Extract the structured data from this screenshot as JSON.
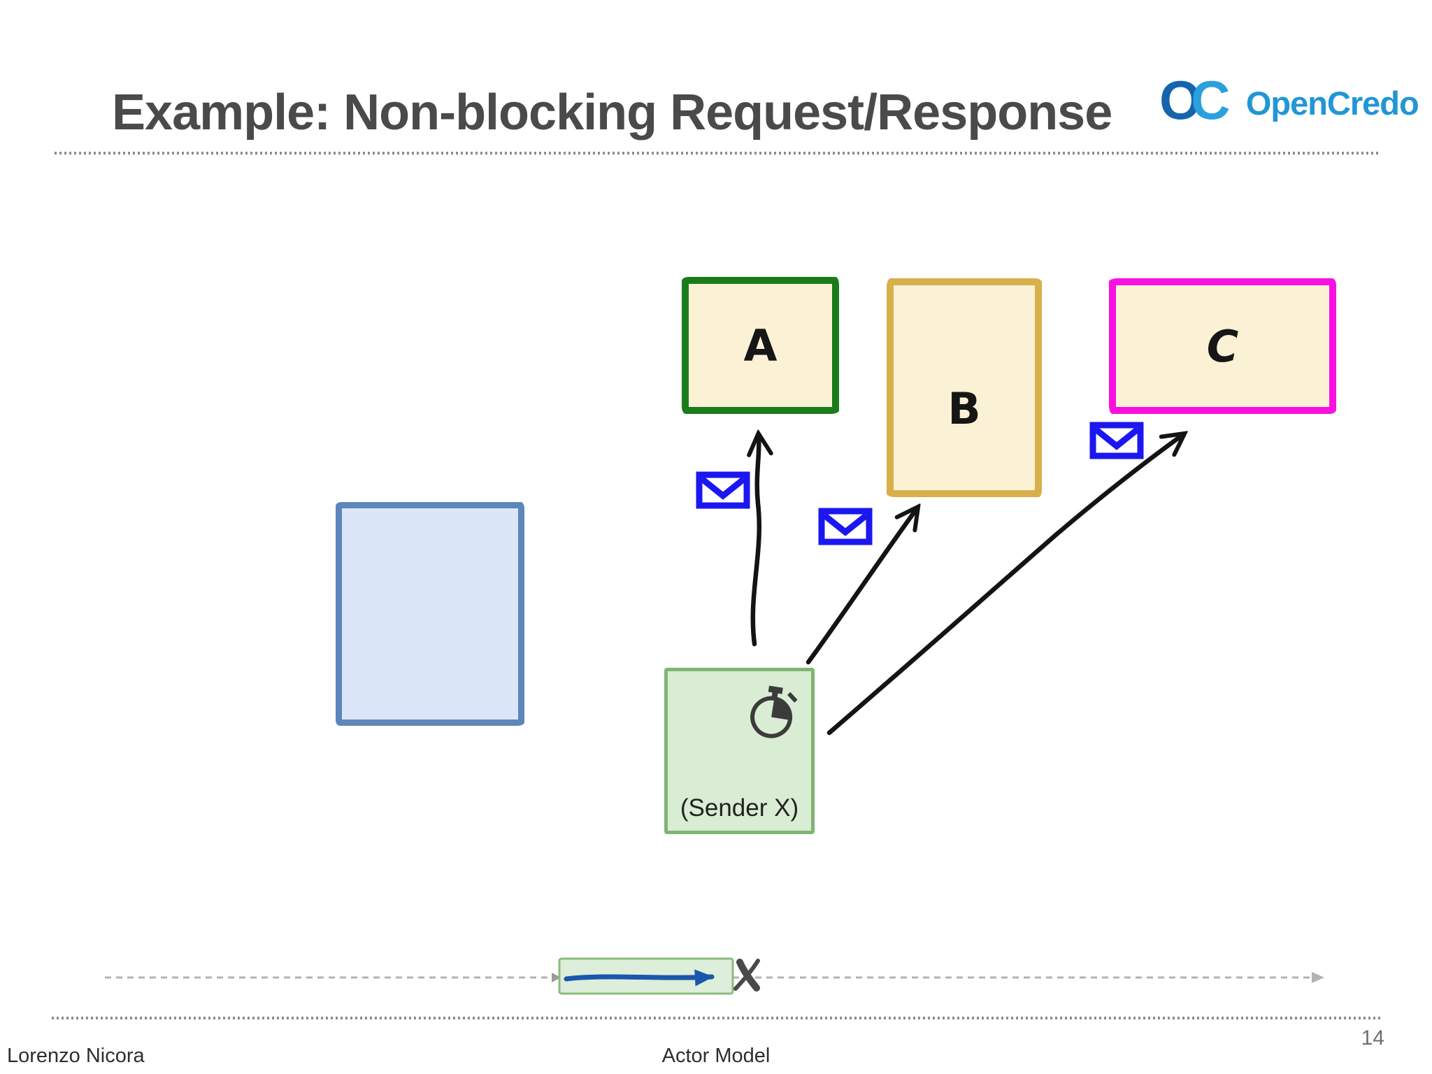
{
  "slide": {
    "title": "Example: Non-blocking Request/Response",
    "footer_left": "Lorenzo Nicora",
    "footer_center": "Actor Model",
    "page_number": "14"
  },
  "logo": {
    "monogram_o": "O",
    "monogram_c": "C",
    "name": "OpenCredo",
    "monogram_o_color": "#1565ad",
    "monogram_c_color": "#2aa0dc",
    "name_color": "#2196d6"
  },
  "diagram": {
    "actors": [
      {
        "label": "A",
        "border_color": "#1b7b1b"
      },
      {
        "label": "B",
        "border_color": "#d7b04b"
      },
      {
        "label": "C",
        "border_color": "#fa10e0"
      }
    ],
    "actor_fill": "#fbf2d5",
    "idle_actor_border_color": "#5d86ba",
    "idle_actor_fill": "#dbe7f8",
    "sender": {
      "label": "(Sender X)",
      "icon": "stopwatch-icon",
      "fill": "#d9ecd4",
      "border_color": "#7fb572"
    },
    "message_icon": "envelope-icon",
    "envelope_color": "#1c17f0",
    "arrow_color": "#141414"
  },
  "timeline": {
    "x_mark": "✗",
    "dash_color": "#b3b3b3",
    "active_fill": "#ddeeda",
    "active_border": "#8abc7e",
    "progress_color": "#1a57ac"
  }
}
